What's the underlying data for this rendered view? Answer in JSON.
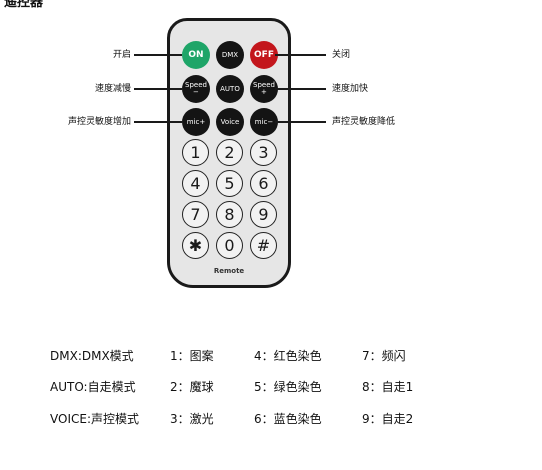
{
  "top_fragment": "遥控器",
  "remote": {
    "brand": "Remote",
    "function_buttons": [
      {
        "label": "ON",
        "style": "green"
      },
      {
        "label": "DMX",
        "style": "dark"
      },
      {
        "label": "OFF",
        "style": "red"
      },
      {
        "label": "Speed\n−",
        "style": "dark"
      },
      {
        "label": "AUTO",
        "style": "dark"
      },
      {
        "label": "Speed\n+",
        "style": "dark"
      },
      {
        "label": "mic+",
        "style": "dark"
      },
      {
        "label": "Voice",
        "style": "dark"
      },
      {
        "label": "mic−",
        "style": "dark"
      }
    ],
    "number_buttons": [
      "1",
      "2",
      "3",
      "4",
      "5",
      "6",
      "7",
      "8",
      "9",
      "✱",
      "0",
      "#"
    ]
  },
  "callouts": {
    "left": [
      "开启",
      "速度减慢",
      "声控灵敏度增加"
    ],
    "right": [
      "关闭",
      "速度加快",
      "声控灵敏度降低"
    ]
  },
  "legend": [
    [
      "DMX:DMX模式",
      "1：图案",
      "4：红色染色",
      "7：频闪"
    ],
    [
      "AUTO:自走模式",
      "2：魔球",
      "5：绿色染色",
      "8：自走1"
    ],
    [
      "VOICE:声控模式",
      "3：激光",
      "6：蓝色染色",
      "9：自走2"
    ]
  ],
  "colors": {
    "on": "#1ea568",
    "off": "#c3161c",
    "dark": "#141414",
    "body": "#e6e6e6"
  }
}
